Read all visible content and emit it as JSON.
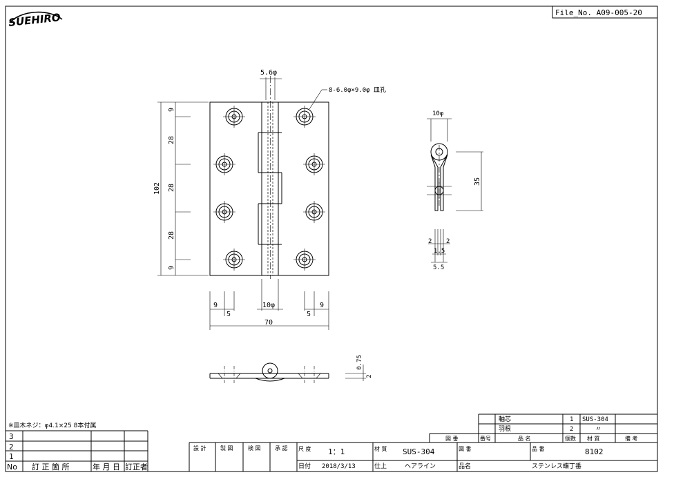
{
  "header": {
    "logo_text": "SUEHIRO",
    "file_no": "File_No. A09-005-20"
  },
  "dimensions": {
    "pin_dia": "5.6φ",
    "holes_note": "8-6.0φ×9.0φ 皿孔",
    "height_total": "102",
    "pitch_top": "9",
    "pitch_1": "28",
    "pitch_2": "28",
    "pitch_3": "28",
    "pitch_bottom": "9",
    "bottom_left_9": "9",
    "bottom_left_5": "5",
    "bottom_knuckle": "10φ",
    "bottom_right_9": "9",
    "bottom_right_5": "5",
    "bottom_width": "70",
    "side_knuckle": "10φ",
    "side_height": "35",
    "side_left_2": "2",
    "side_right_2": "2",
    "side_1_5": "1.5",
    "side_5_5": "5.5",
    "thickness": "0.75",
    "thickness_2": "2"
  },
  "notes": {
    "screws": "※皿木ネジ：φ4.1×25 8本付属"
  },
  "revision_table": {
    "rows": [
      "3",
      "2",
      "1"
    ],
    "headers": {
      "no": "No",
      "location": "訂 正 箇 所",
      "date": "年 月 日",
      "corrector": "訂正者"
    }
  },
  "parts_table": {
    "headers": {
      "drawing_no": "図 番",
      "number": "番号",
      "name": "品 名",
      "qty": "個数",
      "material": "材 質",
      "remarks": "備 考"
    },
    "rows": [
      {
        "name": "軸芯",
        "qty": "1",
        "material": "SUS-304"
      },
      {
        "name": "羽根",
        "qty": "2",
        "material": "〃"
      }
    ]
  },
  "title_block": {
    "design": "設 計",
    "draft": "製 図",
    "check": "検 図",
    "approve": "承 認",
    "scale_label": "尺\n度",
    "scale": "1：1",
    "material_label": "材\n質",
    "material": "SUS-304",
    "drawing_label": "図\n番",
    "product_no_label": "品\n番",
    "product_no": "8102",
    "date_label": "日付",
    "date": "2018/3/13",
    "finish_label": "仕上",
    "finish": "ヘアライン",
    "name_label": "品名",
    "name": "ステンレス蝶丁番"
  }
}
